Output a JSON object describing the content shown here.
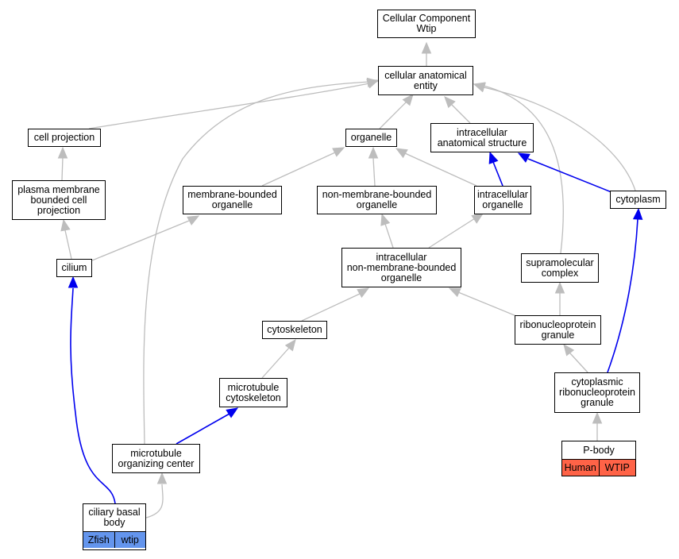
{
  "colors": {
    "edge_gray": "#bdbdbd",
    "edge_blue": "#0000ee",
    "zfish": "#6495ed",
    "human": "#ff6347"
  },
  "nodes": {
    "root": "Cellular Component\nWtip",
    "cae": "cellular anatomical\nentity",
    "cellproj": "cell projection",
    "organelle": "organelle",
    "ias": "intracellular\nanatomical structure",
    "pmbcp": "plasma membrane\nbounded cell\nprojection",
    "mbo": "membrane-bounded\norganelle",
    "nmbo": "non-membrane-bounded\norganelle",
    "io": "intracellular\norganelle",
    "cytoplasm": "cytoplasm",
    "cilium": "cilium",
    "inmbo": "intracellular\nnon-membrane-bounded\norganelle",
    "supra": "supramolecular\ncomplex",
    "cytoskel": "cytoskeleton",
    "rnpg": "ribonucleoprotein\ngranule",
    "mtcyto": "microtubule\ncytoskeleton",
    "crnpg": "cytoplasmic\nribonucleoprotein\ngranule",
    "mtoc": "microtubule\norganizing center"
  },
  "tagged_nodes": {
    "pbody": {
      "label": "P-body",
      "species": "Human",
      "gene": "WTIP"
    },
    "cbb": {
      "label": "ciliary basal\nbody",
      "species": "Zfish",
      "gene": "wtip"
    }
  }
}
